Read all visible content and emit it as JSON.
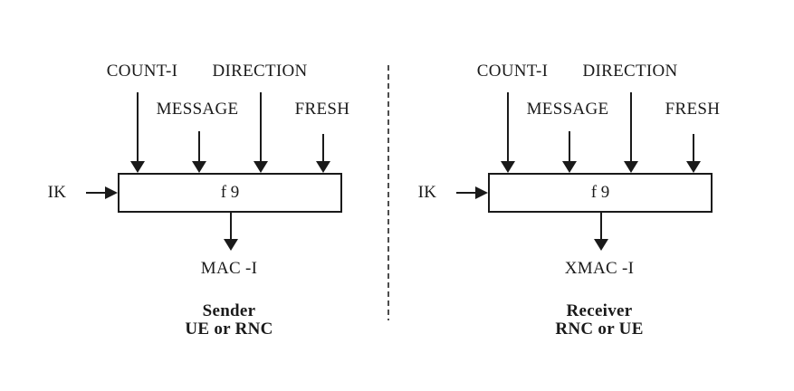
{
  "canvas": {
    "background": "#ffffff",
    "ink_color": "#1a1a1a",
    "divider_color": "#4d4d4d"
  },
  "diagrams": [
    {
      "side": "sender",
      "inputs": {
        "count": "COUNT-I",
        "direction": "DIRECTION",
        "message": "MESSAGE",
        "fresh": "FRESH"
      },
      "key_label": "IK",
      "function_label": "f 9",
      "output_label": "MAC -I",
      "role_line1": "Sender",
      "role_line2": "UE or RNC"
    },
    {
      "side": "receiver",
      "inputs": {
        "count": "COUNT-I",
        "direction": "DIRECTION",
        "message": "MESSAGE",
        "fresh": "FRESH"
      },
      "key_label": "IK",
      "function_label": "f 9",
      "output_label": "XMAC -I",
      "role_line1": "Receiver",
      "role_line2": "RNC or UE"
    }
  ]
}
